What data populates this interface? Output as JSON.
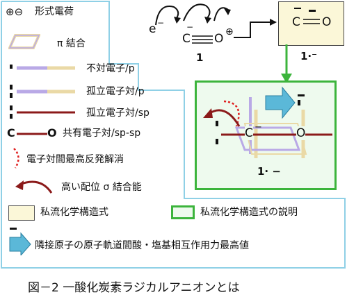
{
  "legend": {
    "formal_charge": "形式電荷",
    "pi_bond": "π 結合",
    "unpaired_p": "不対電子/p",
    "lone_pair_p": "孤立電子対/p",
    "lone_pair_sp": "孤立電子対/sp",
    "shared_pair": "共有電子対/sp-sp",
    "repulsion_cancel": "電子対間最高反発解消",
    "sigma_bond": "高い配位 σ 結合能",
    "private_formula": "私流化学構造式",
    "private_formula_explain": "私流化学構造式の説明",
    "acid_base": "隣接原子の原子軌道間酸・塩基相互作用力最高値"
  },
  "molecule": {
    "electron_label": "e",
    "carbon": "C",
    "oxygen": "O",
    "minus": "−",
    "plus": "⊕",
    "compound_1": "1",
    "compound_1_anion": "1·⁻",
    "compound_1_anion_small": "1· −"
  },
  "caption": "図－2 一酸化炭素ラジカルアニオンとは",
  "colors": {
    "legend_border": "#8fd0e6",
    "green": "#3cb43c",
    "yellow_fill": "#fbf7d8",
    "green_fill": "#eefaee",
    "dark_red": "#8b1a1a",
    "lavender": "#b9a9e6",
    "tan": "#ead9a6",
    "arrow_blue": "#5bb8d8"
  }
}
